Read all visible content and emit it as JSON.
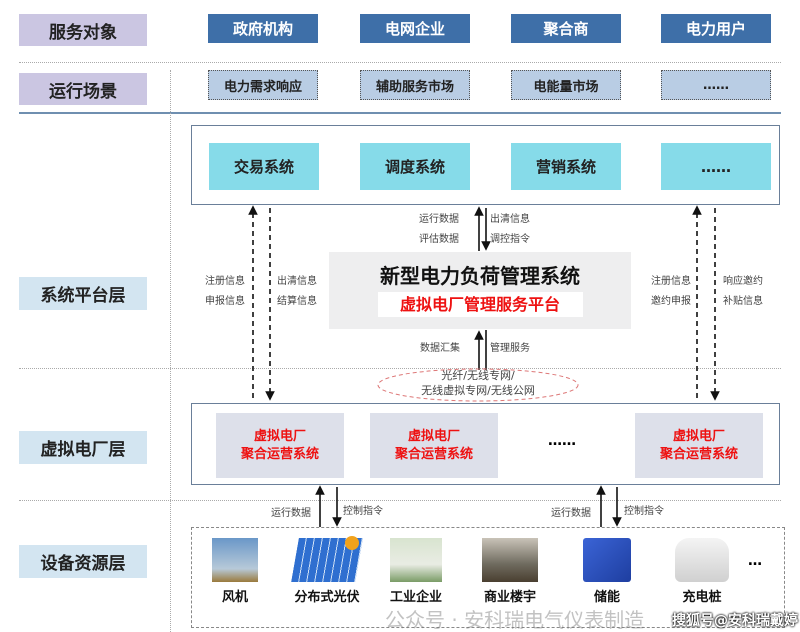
{
  "layers": {
    "service": "服务对象",
    "scene": "运行场景",
    "platform": "系统平台层",
    "vpp": "虚拟电厂层",
    "device": "设备资源层"
  },
  "service_targets": [
    "政府机构",
    "电网企业",
    "聚合商",
    "电力用户"
  ],
  "scenes": [
    "电力需求响应",
    "辅助服务市场",
    "电能量市场",
    "……"
  ],
  "systems": [
    "交易系统",
    "调度系统",
    "营销系统",
    "……"
  ],
  "platform": {
    "title": "新型电力负荷管理系统",
    "subtitle": "虚拟电厂管理服务平台"
  },
  "flows": {
    "center_up": [
      "运行数据",
      "评估数据"
    ],
    "center_down": [
      "出清信息",
      "调控指令"
    ],
    "left_up": [
      "注册信息",
      "申报信息"
    ],
    "left_down": [
      "出清信息",
      "结算信息"
    ],
    "right_up": [
      "注册信息",
      "邀约申报"
    ],
    "right_down": [
      "响应邀约",
      "补贴信息"
    ],
    "mid_up": "数据汇集",
    "mid_down": "管理服务",
    "network": [
      "光纤/无线专网/",
      "无线虚拟专网/无线公网"
    ],
    "bottom_up": "运行数据",
    "bottom_down": "控制指令"
  },
  "vpp_systems": [
    [
      "虚拟电厂",
      "聚合运营系统"
    ],
    [
      "虚拟电厂",
      "聚合运营系统"
    ],
    [
      "虚拟电厂",
      "聚合运营系统"
    ]
  ],
  "vpp_ellipsis": "……",
  "devices": [
    "风机",
    "分布式光伏",
    "工业企业",
    "商业楼宇",
    "储能",
    "充电桩"
  ],
  "device_ellipsis": "…",
  "watermarks": [
    "公众号 · 安科瑞电气仪表制造",
    "搜狐号@安科瑞戴婷"
  ],
  "colors": {
    "service_box": "#3e6fa8",
    "scene_box": "#b9cde4",
    "system_box": "#86dbe9",
    "vpp_text": "#e11111"
  }
}
